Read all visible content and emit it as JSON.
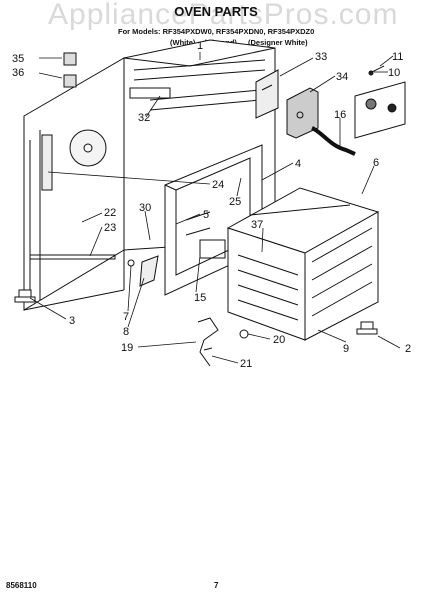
{
  "header": {
    "watermark": "AppliancePartsPros.com",
    "title": "OVEN PARTS",
    "models": "For Models: RF354PXDW0, RF354PXDN0, RF354PXDZ0",
    "color_white": "(White)",
    "color_almond": "(Almond)",
    "color_designer": "(Designer White)"
  },
  "callouts": {
    "c1": "1",
    "c2": "2",
    "c3": "3",
    "c4": "4",
    "c5": "5",
    "c6": "6",
    "c7": "7",
    "c8": "8",
    "c9": "9",
    "c10": "10",
    "c11": "11",
    "c15": "15",
    "c16": "16",
    "c19": "19",
    "c20": "20",
    "c21": "21",
    "c22": "22",
    "c23": "23",
    "c24": "24",
    "c25": "25",
    "c30": "30",
    "c32": "32",
    "c33": "33",
    "c34": "34",
    "c35": "35",
    "c36": "36",
    "c37": "37"
  },
  "footer": {
    "code": "8568110",
    "page": "7"
  }
}
